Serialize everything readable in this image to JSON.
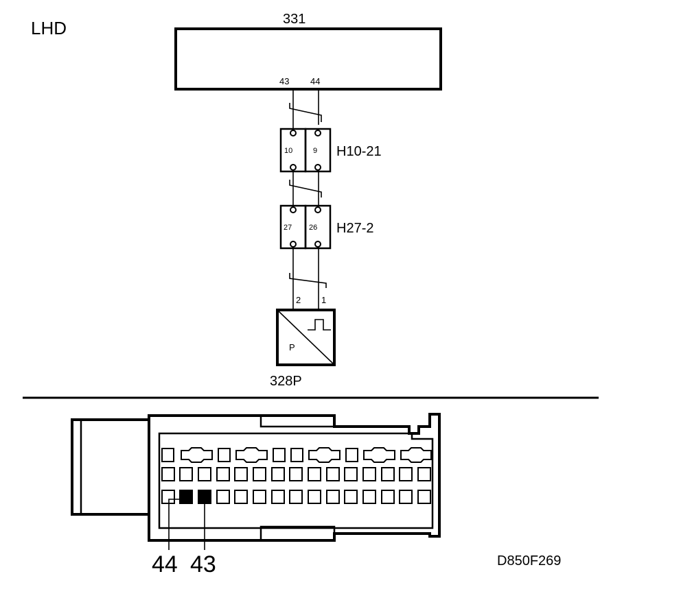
{
  "labels": {
    "region": "LHD",
    "control_unit": "331",
    "cu_pin_43": "43",
    "cu_pin_44": "44",
    "connector_a": "H10-21",
    "connector_a_pin_left": "10",
    "connector_a_pin_right": "9",
    "connector_b": "H27-2",
    "connector_b_pin_left": "27",
    "connector_b_pin_right": "26",
    "sensor": "328P",
    "sensor_pin_2": "2",
    "sensor_pin_1": "1",
    "sensor_symbol_p": "P",
    "plug_callout_44": "44",
    "plug_callout_43": "43",
    "figure_id": "D850F269"
  },
  "plug": {
    "rows": 3,
    "highlighted_pins": [
      "44",
      "43"
    ]
  }
}
